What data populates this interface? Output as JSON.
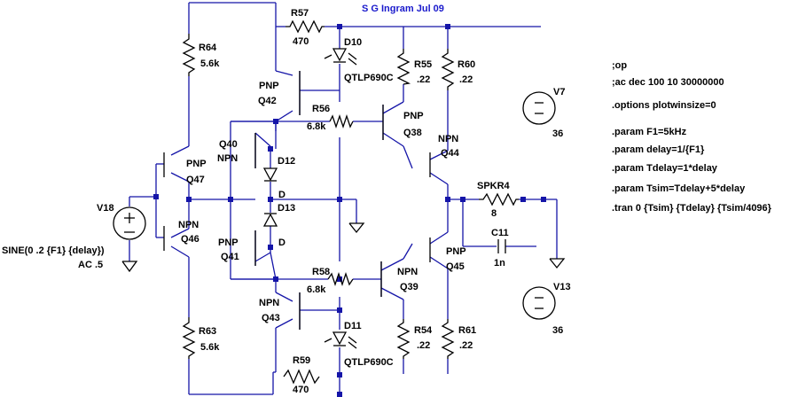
{
  "title": "S G Ingram Jul 09",
  "components": {
    "R57": {
      "ref": "R57",
      "value": "470"
    },
    "R64": {
      "ref": "R64",
      "value": "5.6k"
    },
    "R56": {
      "ref": "R56",
      "value": "6.8k"
    },
    "R55": {
      "ref": "R55",
      "value": ".22"
    },
    "R60": {
      "ref": "R60",
      "value": ".22"
    },
    "R58": {
      "ref": "R58",
      "value": "6.8k"
    },
    "R63": {
      "ref": "R63",
      "value": "5.6k"
    },
    "R59": {
      "ref": "R59",
      "value": "470"
    },
    "R54": {
      "ref": "R54",
      "value": ".22"
    },
    "R61": {
      "ref": "R61",
      "value": ".22"
    },
    "SPKR4": {
      "ref": "SPKR4",
      "value": "8"
    },
    "C11": {
      "ref": "C11",
      "value": "1n"
    },
    "D10": {
      "ref": "D10",
      "value": "QTLP690C"
    },
    "D11": {
      "ref": "D11",
      "value": "QTLP690C"
    },
    "D12": {
      "ref": "D12"
    },
    "D13": {
      "ref": "D13"
    },
    "Q42": {
      "ref": "Q42",
      "type": "PNP"
    },
    "Q40": {
      "ref": "Q40",
      "type": "NPN"
    },
    "Q47": {
      "ref": "Q47",
      "type": "PNP"
    },
    "Q46": {
      "ref": "Q46",
      "type": "NPN"
    },
    "Q41": {
      "ref": "Q41",
      "type": "PNP"
    },
    "Q43": {
      "ref": "Q43",
      "type": "NPN"
    },
    "Q38": {
      "ref": "Q38",
      "type": "PNP"
    },
    "Q44": {
      "ref": "Q44",
      "type": "NPN"
    },
    "Q39": {
      "ref": "Q39",
      "type": "NPN"
    },
    "Q45": {
      "ref": "Q45",
      "type": "PNP"
    },
    "V7": {
      "ref": "V7",
      "value": "36"
    },
    "V13": {
      "ref": "V13",
      "value": "36"
    },
    "V18": {
      "ref": "V18",
      "source": "SINE(0 .2 {F1} {delay})",
      "ac": "AC .5"
    }
  },
  "net_labels": {
    "d_upper": "D",
    "d_lower": "D"
  },
  "directives": [
    ";op",
    ";ac dec 100 10 30000000",
    ".options plotwinsize=0",
    ".param F1=5kHz",
    ".param delay=1/{F1}",
    ".param Tdelay=1*delay",
    ".param Tsim=Tdelay+5*delay",
    ".tran 0 {Tsim} {Tdelay} {Tsim/4096}"
  ]
}
